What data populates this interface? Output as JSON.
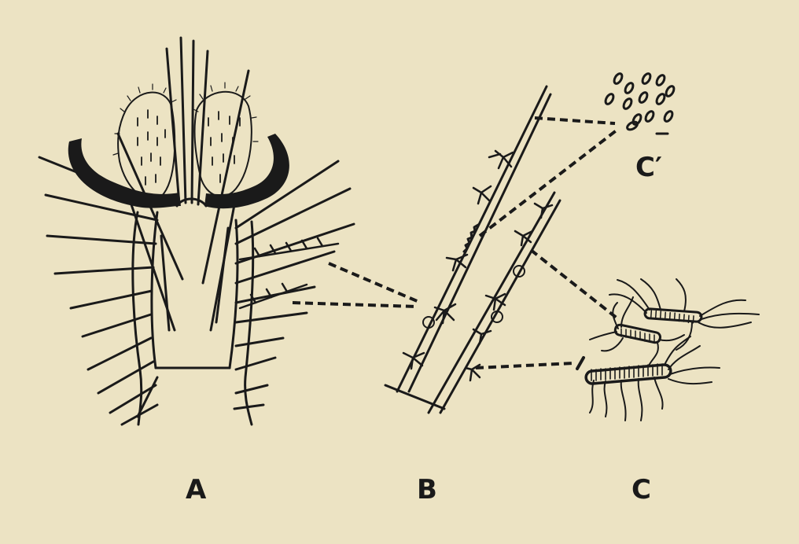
{
  "figure": {
    "panel_labels": {
      "a": "A",
      "b": "B",
      "c": "C",
      "c_prime": "C′"
    },
    "colors": {
      "paper": "#ece3c3",
      "ink": "#1a1a1a"
    }
  }
}
